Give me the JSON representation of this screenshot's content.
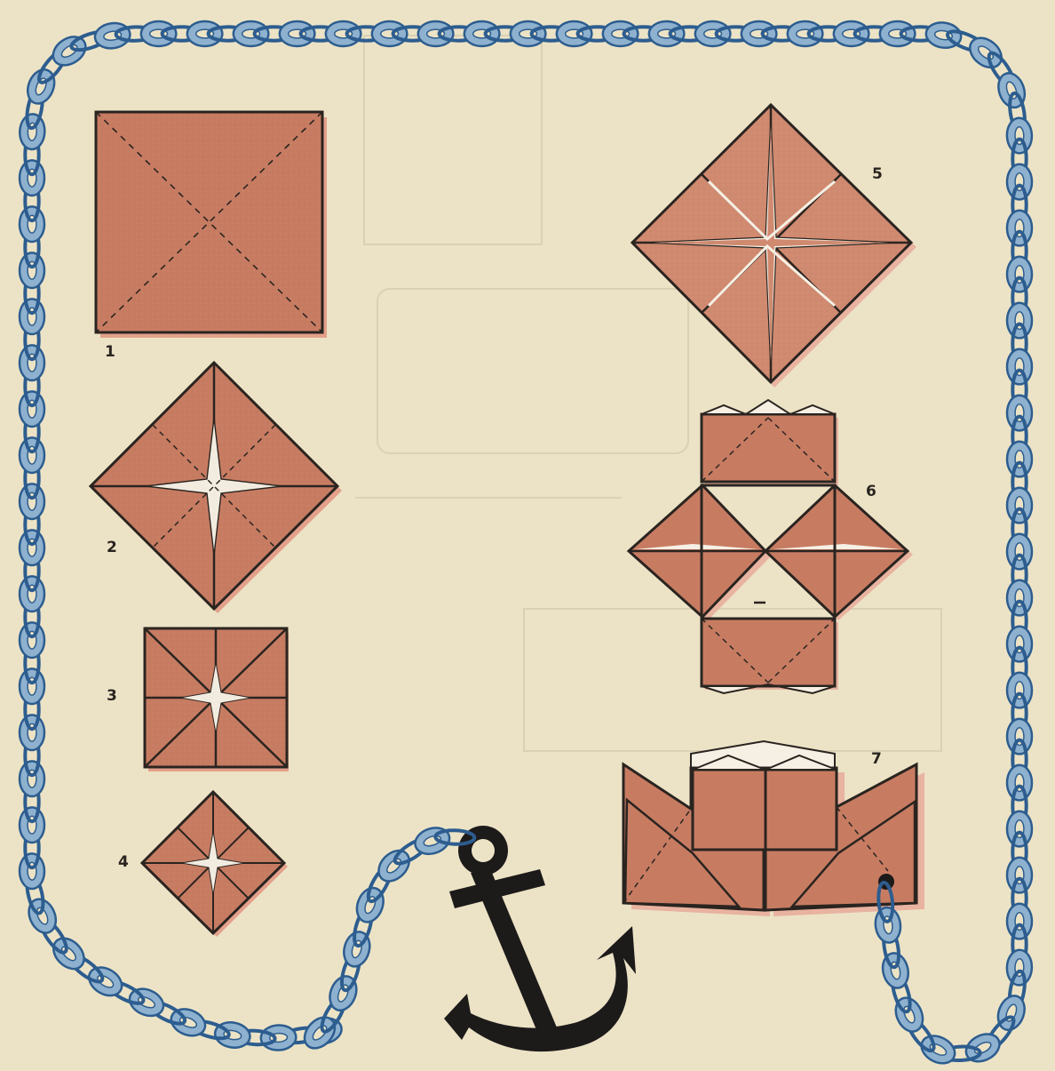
{
  "title": "",
  "steps": [
    {
      "number": "1"
    },
    {
      "number": "2"
    },
    {
      "number": "3"
    },
    {
      "number": "4"
    },
    {
      "number": "5"
    },
    {
      "number": "6"
    },
    {
      "number": "7"
    }
  ],
  "colors": {
    "paper": "#ece3c6",
    "fold_paper": "#c77c62",
    "fold_paper_light": "#d58f76",
    "outline": "#2a2420",
    "chain_fill": "#8eb1cf",
    "chain_outline": "#2d5d8f",
    "anchor": "#1d1a1a"
  },
  "icons": [
    "chain-border",
    "anchor-icon"
  ]
}
